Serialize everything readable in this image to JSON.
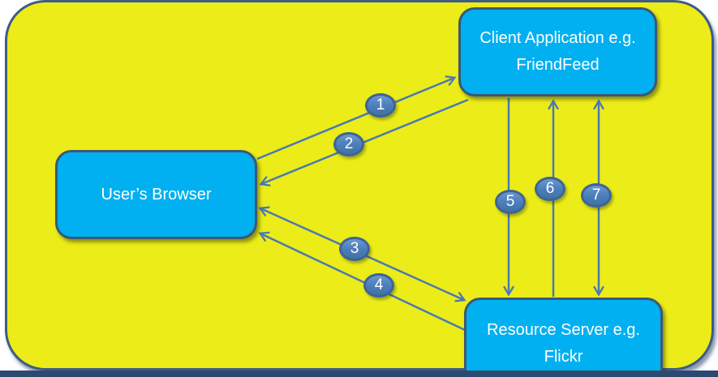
{
  "diagram": {
    "type": "flow-diagram",
    "nodes": {
      "client": {
        "line1": "Client Application e.g.",
        "line2": "FriendFeed"
      },
      "browser": {
        "line1": "User’s Browser",
        "line2": ""
      },
      "server": {
        "line1": "Resource Server e.g.",
        "line2": "Flickr"
      }
    },
    "edges": [
      {
        "label": "1",
        "from": "User’s Browser",
        "to": "Client Application e.g. FriendFeed",
        "direction": "one-way"
      },
      {
        "label": "2",
        "from": "Client Application e.g. FriendFeed",
        "to": "User’s Browser",
        "direction": "one-way"
      },
      {
        "label": "3",
        "from": "User’s Browser",
        "to": "Resource Server e.g. Flickr",
        "direction": "two-way"
      },
      {
        "label": "4",
        "from": "Resource Server e.g. Flickr",
        "to": "User’s Browser",
        "direction": "one-way"
      },
      {
        "label": "5",
        "from": "Client Application e.g. FriendFeed",
        "to": "Resource Server e.g. Flickr",
        "direction": "one-way"
      },
      {
        "label": "6",
        "from": "Resource Server e.g. Flickr",
        "to": "Client Application e.g. FriendFeed",
        "direction": "one-way"
      },
      {
        "label": "7",
        "from": "Resource Server e.g. Flickr",
        "to": "Client Application e.g. FriendFeed",
        "direction": "two-way"
      }
    ],
    "colors": {
      "background_fill": "#ecec18",
      "frame_border": "#3f5c86",
      "node_fill": "#00b0f0",
      "node_border": "#3b5875",
      "connector": "#4b79b3",
      "badge_fill": "#4a7dba",
      "badge_border": "#3c6496",
      "text": "#ffffff"
    }
  }
}
